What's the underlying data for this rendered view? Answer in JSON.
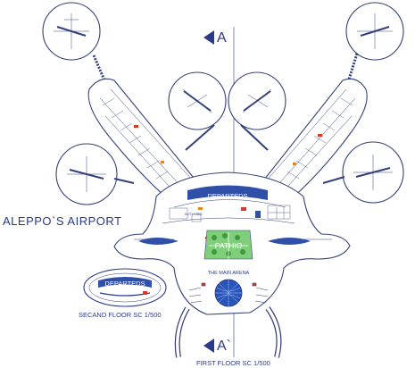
{
  "title": "ALEPPO`S AIRPORT",
  "section_marks": {
    "top": "A",
    "bottom": "A`"
  },
  "labels": {
    "departeds_main": "DEPARTEDS",
    "pathio": "PATHIO",
    "main_arena": "THE MAIN ARENA",
    "departeds_second": "DEPARTEDS",
    "duty_free": "DUTY FREE"
  },
  "captions": {
    "second_floor": "SECAND FLOOR SC 1/500",
    "first_floor": "FIRST FLOOR SC 1/500"
  },
  "colors": {
    "ink": "#2a3a8c",
    "fill_blue": "#2f4fa8",
    "dome_blue": "#2a55b8",
    "pathio_green": "#7fcf7a",
    "accent_red": "#d23a2a",
    "accent_orange": "#e08a1e"
  }
}
